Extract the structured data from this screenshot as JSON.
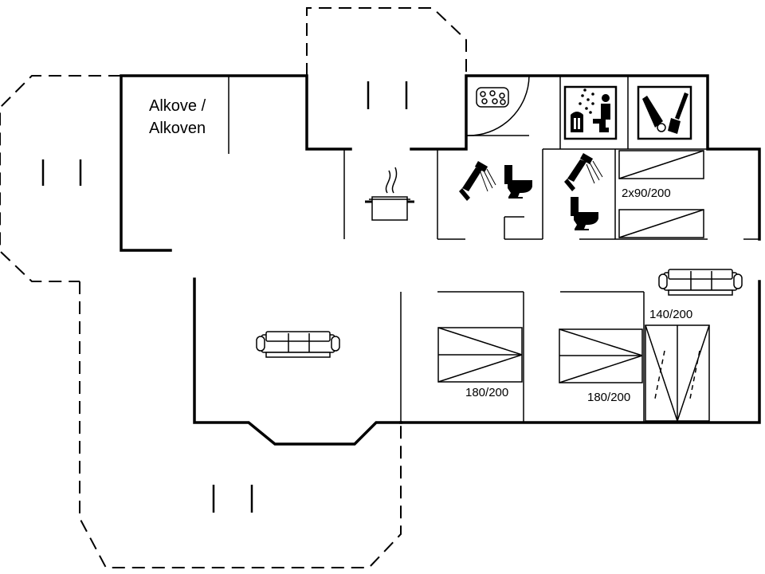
{
  "rooms": {
    "alcove_label_line1": "Alkove /",
    "alcove_label_line2": "Alkoven"
  },
  "beds": {
    "bunk": "2x90/200",
    "bed_left": "180/200",
    "bed_middle": "180/200",
    "bed_right": "140/200"
  },
  "icons": [
    "whirlpool-icon",
    "sauna-icon",
    "utility-room-icon",
    "shower-icon",
    "toilet-icon",
    "kitchen-pot-icon",
    "sofa-icon"
  ],
  "colors": {
    "line": "#000000",
    "background": "#ffffff"
  }
}
